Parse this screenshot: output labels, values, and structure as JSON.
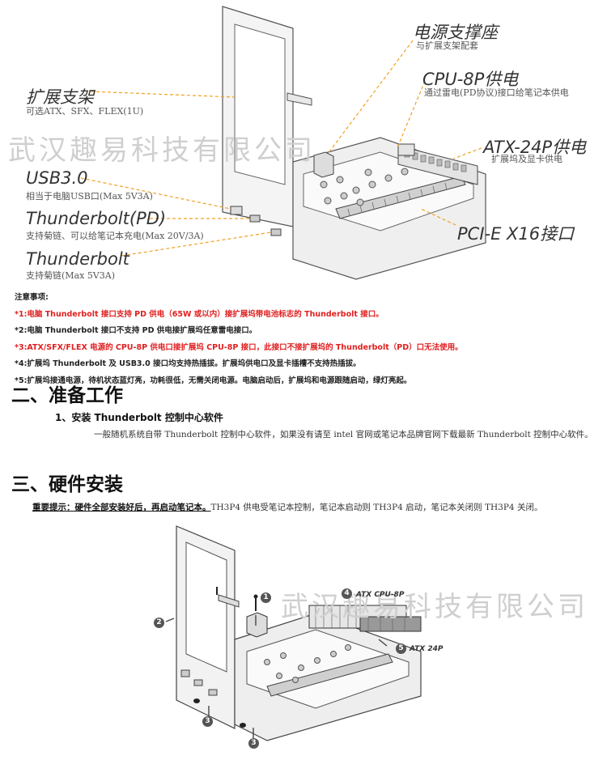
{
  "diagram1": {
    "labels": {
      "psu_mount_title": "电源支撑座",
      "psu_mount_sub": "与扩展支架配套",
      "cpu8p_title": "CPU-8P供电",
      "cpu8p_sub": "通过雷电(PD协议)接口给笔记本供电",
      "atx24p_title": "ATX-24P供电",
      "atx24p_sub": "扩展坞及显卡供电",
      "pcie_title": "PCI-E X16接口",
      "bracket_title": "扩展支架",
      "bracket_sub": "可选ATX、SFX、FLEX(1U)",
      "usb_title": "USB3.0",
      "usb_sub": "相当于电脑USB口(Max 5V3A)",
      "tbpd_title": "Thunderbolt(PD)",
      "tbpd_sub": "支持菊链、可以给笔记本充电(Max 20V/3A)",
      "tb_title": "Thunderbolt",
      "tb_sub": "支持菊链(Max 5V3A)"
    },
    "watermark": "武汉趣易科技有限公司",
    "accent_color": "#f0a020"
  },
  "notes": {
    "title": "注意事项:",
    "items": [
      {
        "prefix": "*1:",
        "text": "电脑 Thunderbolt 接口支持 PD 供电（65W 或以内）接扩展坞带电池标志的 Thunderbolt 接口。"
      },
      {
        "prefix": "*2:",
        "text": "电脑 Thunderbolt 接口不支持 PD 供电接扩展坞任意雷电接口。"
      },
      {
        "prefix": "*3:",
        "text": "ATX/SFX/FLEX 电源的 CPU-8P 供电口接扩展坞 CPU-8P 接口，此接口不接扩展坞的 Thunderbolt（PD）口无法使用。"
      },
      {
        "prefix": "*4:",
        "text": "扩展坞 Thunderbolt 及 USB3.0 接口均支持热插拔。扩展坞供电口及显卡插槽不支持热插拔。"
      },
      {
        "prefix": "*5:",
        "text": "扩展坞接通电源，待机状态蓝灯亮，功耗很低，无需关闭电源。电脑启动后，扩展坞和电源跟随启动，绿灯亮起。"
      }
    ],
    "red_color": "#e02020"
  },
  "section2": {
    "heading": "二、准备工作",
    "sub": "1、安装 Thunderbolt 控制中心软件",
    "para": "一般随机系统自带 Thunderbolt 控制中心软件，如果没有请至 intel 官网或笔记本品牌官网下载最新 Thunderbolt 控制中心软件。"
  },
  "section3": {
    "heading": "三、硬件安装",
    "tip_bold": "重要提示：硬件全部安装好后，再启动笔记本。",
    "tip_rest": "TH3P4 供电受笔记本控制，笔记本启动则 TH3P4 启动，笔记本关闭则 TH3P4 关闭。"
  },
  "diagram2": {
    "watermark": "武汉趣易科技有限公司",
    "steps": [
      "1",
      "2",
      "3",
      "3",
      "4",
      "5"
    ],
    "cpu_label": "ATX CPU-8P",
    "atx_label": "ATX 24P"
  }
}
